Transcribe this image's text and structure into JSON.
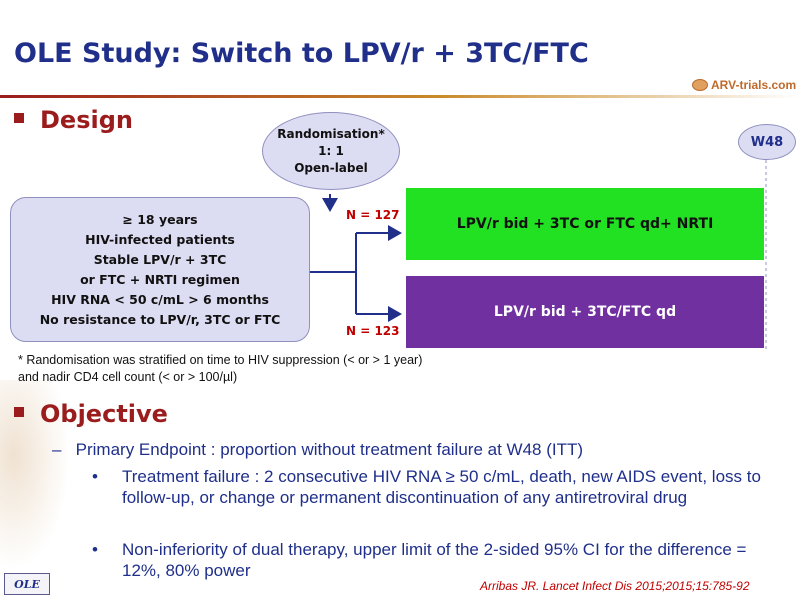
{
  "header": {
    "title": "OLE Study: Switch to LPV/r + 3TC/FTC",
    "logo_text": "ARV-trials.com"
  },
  "design": {
    "heading": "Design",
    "randomisation": [
      "Randomisation*",
      "1: 1",
      "Open-label"
    ],
    "week_marker": "W48",
    "criteria": [
      "≥ 18 years",
      "HIV-infected patients",
      "Stable LPV/r + 3TC",
      "or FTC + NRTI regimen",
      "HIV RNA < 50 c/mL > 6 months",
      "No resistance to LPV/r, 3TC or FTC"
    ],
    "arms": [
      {
        "n": "N = 127",
        "label": "LPV/r bid + 3TC or FTC qd+ NRTI",
        "color": "#22e022"
      },
      {
        "n": "N = 123",
        "label": "LPV/r bid + 3TC/FTC qd",
        "color": "#7030a0"
      }
    ],
    "footnote": [
      "* Randomisation was stratified on time to HIV suppression (< or > 1 year)",
      "and nadir CD4 cell count (< or > 100/µl)"
    ]
  },
  "objective": {
    "heading": "Objective",
    "primary": "Primary Endpoint : proportion without treatment failure at W48 (ITT)",
    "bullets": [
      "Treatment failure : 2 consecutive HIV RNA ≥ 50 c/mL, death, new AIDS event, loss to follow-up, or change or permanent discontinuation of any antiretroviral drug",
      "Non-inferiority of dual therapy, upper limit of the 2-sided 95% CI for the difference = 12%, 80% power"
    ]
  },
  "citation": "Arribas JR. Lancet Infect Dis 2015;2015;15:785-92",
  "badge": "OLE"
}
